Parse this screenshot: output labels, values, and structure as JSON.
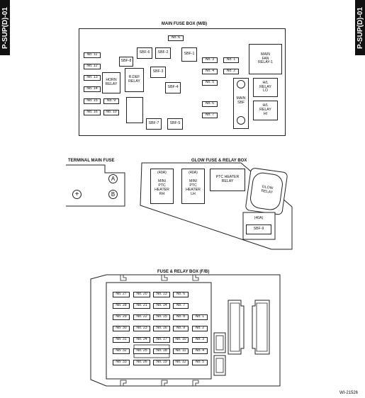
{
  "side_tabs": {
    "left": "P-SUP(D)-01",
    "right": "P-SUP(D)-01"
  },
  "main_fuse_box": {
    "title": "MAIN FUSE BOX (M/B)",
    "fuses": {
      "no6": "No. 6",
      "no11": "No. 11",
      "no12": "No. 12",
      "no13": "No. 13",
      "no14": "No. 14",
      "no15": "No. 15",
      "no16": "No. 16",
      "no9": "No. 9",
      "no10": "No. 10",
      "no3": "No. 3",
      "no1": "No. 1",
      "no4": "No. 4",
      "no2": "No. 2",
      "no5": "No. 5",
      "no6b": "No. 6",
      "no7": "No. 7"
    },
    "sbf": {
      "sbf5": "SBF-5",
      "sbf6": "SBF-6",
      "sbf2": "SBF-2",
      "sbf1": "SBF-1",
      "sbf3": "SBF-3",
      "sbf4": "SBF-4",
      "sbf7": "SBF-7",
      "sbf8": "SBF-8"
    },
    "relays": {
      "horn": [
        "HORN",
        "RELAY"
      ],
      "rdef": [
        "R.DEF",
        "RELAY"
      ],
      "main_fan": [
        "MAIN",
        "FAN",
        "RELAY-1"
      ],
      "hl_lo": [
        "H/L",
        "RELAY",
        "LO"
      ],
      "hl_hi": [
        "H/L",
        "RELAY",
        "HI"
      ],
      "main_sbf": [
        "MAIN",
        "SBF"
      ]
    }
  },
  "terminal_main_fuse": {
    "title": "TERMINAL MAIN FUSE",
    "terminals": {
      "a": "A",
      "b": "B",
      "plus": "+"
    }
  },
  "glow_box": {
    "title": "GLOW FUSE & RELAY BOX",
    "heater_rh": {
      "amp": "(40A)",
      "lines": [
        "MINI",
        "PTC",
        "HEATER",
        "RH"
      ]
    },
    "heater_lh": {
      "amp": "(40A)",
      "lines": [
        "MINI",
        "PTC",
        "HEATER",
        "LH"
      ]
    },
    "ptc_relay": [
      "PTC HEATER",
      "RELAY"
    ],
    "glow_relay": [
      "GLOW",
      "RELAY"
    ],
    "sbf_amp": "(40A)",
    "sbf_label": "SBF-9"
  },
  "relay_box": {
    "title": "FUSE & RELAY BOX (F/B)",
    "rows": [
      [
        "No. 27",
        "No. 20",
        "No. 13",
        "No. 6"
      ],
      [
        "No. 28",
        "No. 21",
        "No. 14",
        "No. 7"
      ],
      [
        "No. 29",
        "No. 22",
        "No. 15",
        "No. 8",
        "No. 1"
      ],
      [
        "No. 30",
        "No. 23",
        "No. 16",
        "No. 9",
        "No. 2"
      ],
      [
        "No. 31",
        "No. 24",
        "No. 17",
        "No. 10",
        "No. 3"
      ],
      [
        "No. 32",
        "No. 25",
        "No. 18",
        "No. 11",
        "No. 4"
      ],
      [
        "No. 33",
        "No. 26",
        "No. 19",
        "No. 12",
        "No. 5"
      ]
    ]
  },
  "figure_code": "WI-21526"
}
